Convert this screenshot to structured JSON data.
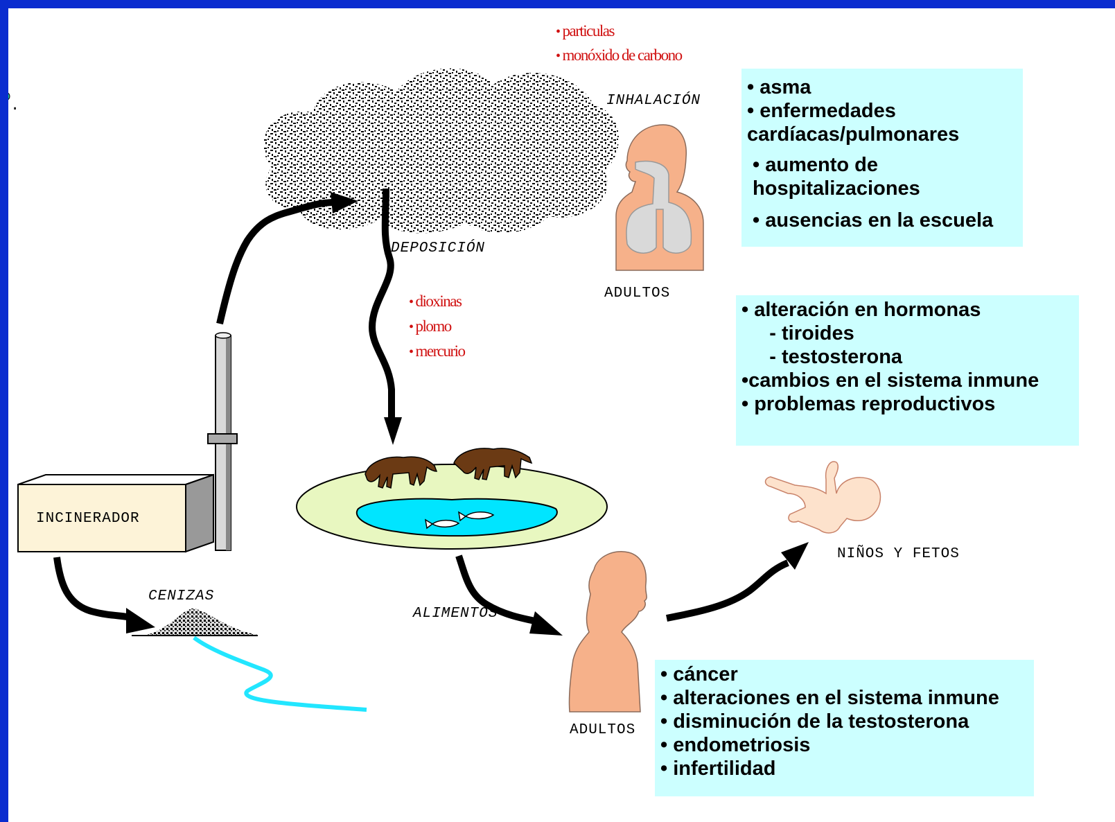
{
  "colors": {
    "frame": "#0a2ccf",
    "box": "#ccffff",
    "pollutant_text": "#d01010",
    "skin": "#f6b18a",
    "water": "#00e5ff",
    "field": "#e8f7c0"
  },
  "labels": {
    "inhalacion": "INHALACIÓN",
    "deposicion": "DEPOSICIÓN",
    "alimentos": "ALIMENTOS",
    "cenizas": "CENIZAS",
    "incinerador": "INCINERADOR",
    "adultos_top": "ADULTOS",
    "adultos_bottom": "ADULTOS",
    "ninos": "NIÑOS Y FETOS",
    "stray_mark": "."
  },
  "air_pollutants": [
    "particulas",
    "monóxido de carbono"
  ],
  "deposited_pollutants": [
    "dioxinas",
    "plomo",
    "mercurio"
  ],
  "bullet": "•",
  "box_inhalation": [
    "• asma",
    "• enfermedades",
    "cardíacas/pulmonares",
    " • aumento de",
    " hospitalizaciones",
    " • ausencias en la escuela"
  ],
  "box_children": [
    "• alteración en hormonas",
    "     - tiroides",
    "     - testosterona",
    "•cambios en el sistema inmune",
    "• problemas reproductivos"
  ],
  "box_adults": [
    "• cáncer",
    "• alteraciones en el sistema inmune",
    "• disminución de la testosterona",
    "• endometriosis",
    "• infertilidad"
  ],
  "icons": [
    "cloud-icon",
    "incinerator-icon",
    "smokestack-icon",
    "ash-pile-icon",
    "field-icon",
    "pond-icon",
    "cow-icon",
    "fish-icon",
    "adult-head-lungs-icon",
    "adult-bust-icon",
    "baby-icon"
  ]
}
